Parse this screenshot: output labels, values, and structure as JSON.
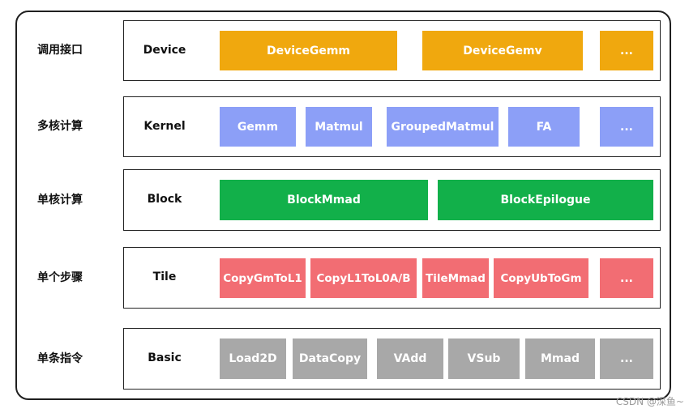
{
  "rows": [
    {
      "label": "调用接口",
      "layer": "Device",
      "blocks": [
        "DeviceGemm",
        "DeviceGemv",
        "..."
      ]
    },
    {
      "label": "多核计算",
      "layer": "Kernel",
      "blocks": [
        "Gemm",
        "Matmul",
        "GroupedMatmul",
        "FA",
        "..."
      ]
    },
    {
      "label": "单核计算",
      "layer": "Block",
      "blocks": [
        "BlockMmad",
        "BlockEpilogue"
      ]
    },
    {
      "label": "单个步骤",
      "layer": "Tile",
      "blocks": [
        "CopyGmToL1",
        "CopyL1ToL0A/B",
        "TileMmad",
        "CopyUbToGm",
        "..."
      ]
    },
    {
      "label": "单条指令",
      "layer": "Basic",
      "blocks": [
        "Load2D",
        "DataCopy",
        "VAdd",
        "VSub",
        "Mmad",
        "..."
      ]
    }
  ],
  "colors": {
    "device": "#F0A80E",
    "kernel": "#8C9FF7",
    "block": "#12B04A",
    "tile": "#F26D73",
    "basic": "#A8A8A8"
  },
  "watermark": "CSDN @深鱼~"
}
